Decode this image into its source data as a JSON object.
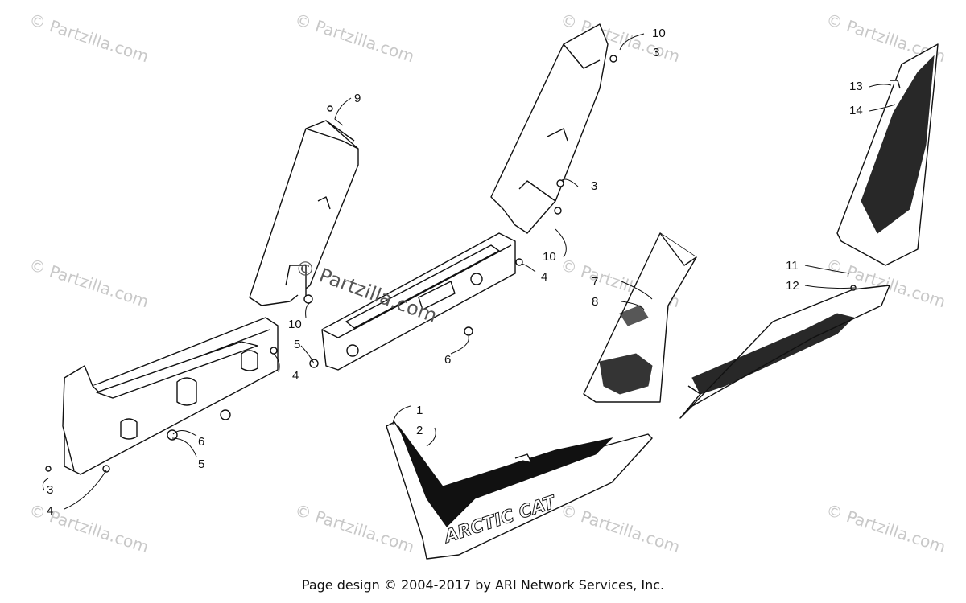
{
  "watermark": "© Partzilla.com",
  "center_watermark": "© Partzilla.com",
  "brand_text": "ARCTIC CAT",
  "footer": "Page design © 2004-2017 by ARI Network Services, Inc.",
  "callouts": {
    "c1": "1",
    "c2": "2",
    "c3a": "3",
    "c4a": "4",
    "c5a": "5",
    "c6a": "6",
    "c4b": "4",
    "c10a": "10",
    "c9": "9",
    "c5b": "5",
    "c6b": "6",
    "c4c": "4",
    "c10b": "10",
    "c3b": "3",
    "c10c": "10",
    "c3c": "3",
    "c7": "7",
    "c8": "8",
    "c11": "11",
    "c12": "12",
    "c13": "13",
    "c14": "14"
  }
}
